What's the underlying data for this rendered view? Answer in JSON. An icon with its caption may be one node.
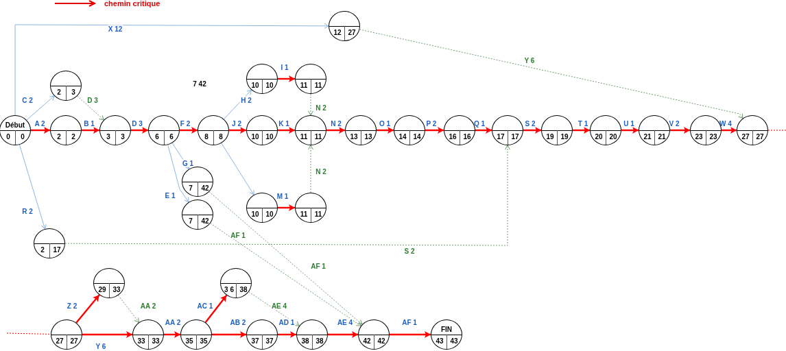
{
  "diagram": {
    "nodes": [
      {
        "text": [
          "Début",
          "0",
          "0"
        ]
      },
      {
        "text": [
          "2",
          "3"
        ]
      },
      {
        "text": [
          "2",
          "2"
        ]
      },
      {
        "text": [
          "3",
          "3"
        ]
      },
      {
        "text": [
          "6",
          "6"
        ]
      },
      {
        "text": [
          "8",
          "8"
        ]
      },
      {
        "text": [
          "10",
          "10"
        ]
      },
      {
        "text": [
          "11",
          "11"
        ]
      },
      {
        "text": [
          "10",
          "10"
        ]
      },
      {
        "text": [
          "11",
          "11"
        ]
      },
      {
        "text": [
          "12",
          "27"
        ]
      },
      {
        "text": [
          "13",
          "13"
        ]
      },
      {
        "text": [
          "14",
          "14"
        ]
      },
      {
        "text": [
          "16",
          "16"
        ]
      },
      {
        "text": [
          "17",
          "17"
        ]
      },
      {
        "text": [
          "19",
          "19"
        ]
      },
      {
        "text": [
          "20",
          "20"
        ]
      },
      {
        "text": [
          "21",
          "21"
        ]
      },
      {
        "text": [
          "23",
          "23"
        ]
      },
      {
        "text": [
          "27",
          "27"
        ]
      },
      {
        "text": [
          "7",
          "42"
        ]
      },
      {
        "text": [
          "7",
          "42"
        ]
      },
      {
        "text": [
          "10",
          "10"
        ]
      },
      {
        "text": [
          "11",
          "11"
        ]
      },
      {
        "text": [
          "2",
          "17"
        ]
      },
      {
        "text": [
          "29",
          "33"
        ]
      },
      {
        "text": [
          "27",
          "27"
        ]
      },
      {
        "text": [
          "33",
          "33"
        ]
      },
      {
        "text": [
          "35",
          "35"
        ]
      },
      {
        "text": [
          "3 6",
          "38"
        ]
      },
      {
        "text": [
          "37",
          "37"
        ]
      },
      {
        "text": [
          "38",
          "38"
        ]
      },
      {
        "text": [
          "42",
          "42"
        ]
      },
      {
        "text": [
          "FIN",
          "43",
          "43"
        ]
      }
    ],
    "edges": [
      {
        "from": 0,
        "to": 2,
        "arrow": "to",
        "label": "A 2"
      },
      {
        "from": 2,
        "to": 3,
        "arrow": "to",
        "label": "B 1"
      },
      {
        "from": 3,
        "to": 4,
        "arrow": "to",
        "label": "D 3"
      },
      {
        "from": 4,
        "to": 5,
        "arrow": "to",
        "label": "F 2"
      },
      {
        "from": 5,
        "to": 8,
        "arrow": "to",
        "label": "J 2"
      },
      {
        "from": 8,
        "to": 9,
        "arrow": "to",
        "label": "K 1"
      },
      {
        "from": 9,
        "to": 11,
        "arrow": "to",
        "label": "N 2"
      },
      {
        "from": 11,
        "to": 12,
        "arrow": "to",
        "label": "O 1"
      },
      {
        "from": 12,
        "to": 13,
        "arrow": "to",
        "label": "P 2"
      },
      {
        "from": 13,
        "to": 14,
        "arrow": "to",
        "label": "Q 1"
      },
      {
        "from": 14,
        "to": 15,
        "arrow": "to",
        "label": "S 2"
      },
      {
        "from": 15,
        "to": 16,
        "arrow": "to",
        "label": "T 1"
      },
      {
        "from": 16,
        "to": 17,
        "arrow": "to",
        "label": "U 1"
      },
      {
        "from": 17,
        "to": 18,
        "arrow": "to",
        "label": "V 2"
      },
      {
        "from": 18,
        "to": 19,
        "arrow": "to",
        "label": "W 4"
      },
      {
        "from": 19,
        "to": null,
        "arrow": "none",
        "style": "dashed"
      },
      {
        "from": 0,
        "to": 1,
        "arrow": "to",
        "label": "C 2",
        "color": "#8db4e2"
      },
      {
        "from": 1,
        "to": 3,
        "arrow": "to",
        "label": "D 3",
        "style": "dashed",
        "color": "#6e9e6e"
      },
      {
        "from": 0,
        "to": 10,
        "arrow": "to",
        "label": "X 12",
        "color": "#8db4e2"
      },
      {
        "from": 10,
        "to": 19,
        "arrow": "to",
        "label": "Y 6",
        "style": "dashed",
        "color": "#6e9e6e"
      },
      {
        "from": 5,
        "to": 6,
        "arrow": "to",
        "label": "H 2",
        "color": "#8db4e2"
      },
      {
        "from": 6,
        "to": 7,
        "arrow": "to",
        "label": "I 1"
      },
      {
        "from": 7,
        "to": 9,
        "arrow": "to",
        "label": "N 2",
        "style": "dashed",
        "color": "#6e9e6e"
      },
      {
        "from": 23,
        "to": 9,
        "arrow": "to",
        "label": "N 2",
        "style": "dashed",
        "color": "#6e9e6e"
      },
      {
        "from": 5,
        "to": 22,
        "arrow": "to",
        "color": "#8db4e2"
      },
      {
        "from": 22,
        "to": 23,
        "arrow": "to",
        "label": "M 1"
      },
      {
        "from": 4,
        "to": 20,
        "arrow": "to",
        "label": "G 1",
        "color": "#8db4e2"
      },
      {
        "from": 4,
        "to": 21,
        "arrow": "to",
        "label": "E 1",
        "color": "#8db4e2"
      },
      {
        "from": 20,
        "to": 32,
        "arrow": "to",
        "label": "AF 1",
        "style": "dashed",
        "color": "#6e9e6e"
      },
      {
        "from": 21,
        "to": 32,
        "arrow": "to",
        "label": "AF 1",
        "style": "dashed",
        "color": "#6e9e6e"
      },
      {
        "from": 0,
        "to": 24,
        "arrow": "to",
        "label": "R 2",
        "color": "#8db4e2"
      },
      {
        "from": 24,
        "to": 14,
        "arrow": "to",
        "label": "S 2",
        "style": "dashed",
        "color": "#6e9e6e"
      },
      {
        "from": null,
        "to": 26,
        "arrow": "none",
        "style": "dashed"
      },
      {
        "from": 26,
        "to": 25,
        "arrow": "to",
        "label": "Z 2"
      },
      {
        "from": 26,
        "to": 27,
        "arrow": "to",
        "label": "Y 6"
      },
      {
        "from": 25,
        "to": 27,
        "arrow": "to",
        "label": "AA 2",
        "style": "dashed",
        "color": "#6e9e6e"
      },
      {
        "from": 27,
        "to": 28,
        "arrow": "to",
        "label": "AA 2"
      },
      {
        "from": 28,
        "to": 29,
        "arrow": "to",
        "label": "AC 1"
      },
      {
        "from": 28,
        "to": 30,
        "arrow": "to",
        "label": "AB 2"
      },
      {
        "from": 29,
        "to": 31,
        "arrow": "to",
        "label": "AE 4",
        "style": "dashed",
        "color": "#6e9e6e"
      },
      {
        "from": 30,
        "to": 31,
        "arrow": "to",
        "label": "AD 1"
      },
      {
        "from": 31,
        "to": 32,
        "arrow": "to",
        "label": "AE 4"
      },
      {
        "from": 32,
        "to": 33,
        "arrow": "to",
        "label": "AF 1"
      }
    ],
    "labels": [
      "7 42"
    ],
    "legend": [
      {
        "text": "chemin critique"
      }
    ]
  }
}
